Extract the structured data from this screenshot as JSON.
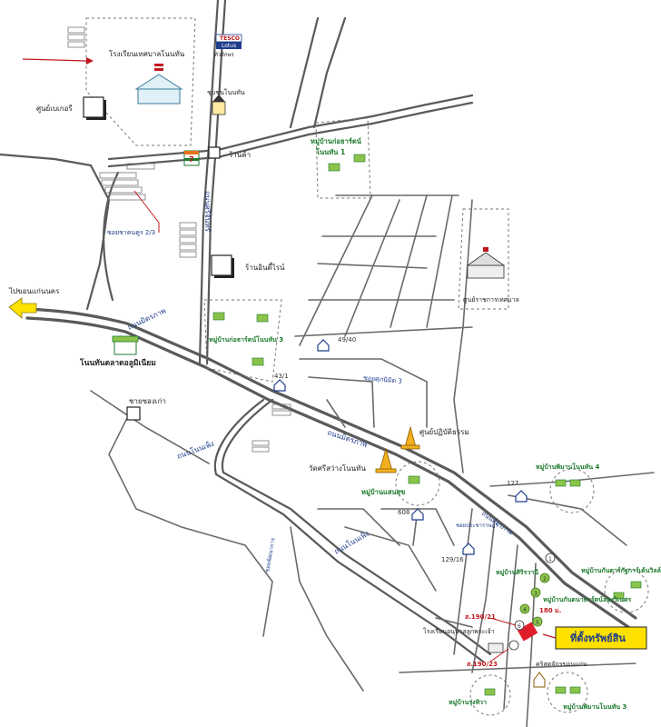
{
  "labels": {
    "school_top": "โรงเรียนเทศบาลโนนทัน",
    "tesco_line1": "TESCO",
    "tesco_line2": "Lotus",
    "tesco_line3": "ตัวอักษร",
    "community": "ชุมชนโนนทัน",
    "sweet_shop": "ศูนย์เบเกอรี",
    "seven_eleven": "7",
    "tasty": "ร้านค้า",
    "village_kotsen_1a": "หมู่บ้านก่อธาร์ตน์",
    "village_kotsen_1b": "โนนทัน 1",
    "soi_road": "ซอยชาคนคูร 2/3",
    "road_vertical": "ถนนศรีจันทร์",
    "shop_house": "ร้านอินดี้ไรน์",
    "municipal": "ศูนย์ราชการเทศบาล",
    "to_khonkaen": "ไปขอนแก่นนคร",
    "road_mittraphap": "ถนนมิตรภาพ",
    "village_kotsen_3": "หมู่บ้านก่อธาร์ตน์โนนทัน 3",
    "market": "โนนทันตลาดอลูมิเนียม",
    "num_4940": "49/40",
    "num_431": "43/1",
    "soi_right": "ซอยศุภนิมิต 3",
    "old_village": "ชายซองเก่า",
    "road_mittraphap_2": "ถนนมิตรภาพ",
    "dhamma": "ศูนย์ปฏิบัติธรรม",
    "temple_name": "วัดศรีสว่างโนนทัน",
    "road_nonpheng": "ถนนโนนเพ็ง",
    "village_saensuk": "หมู่บ้านแสนสุข",
    "village_phiman_4": "หมู่บ้านพิมานโนนทัน 4",
    "num_127": "127",
    "num_608": "608",
    "road_lower": "ถนนมิตรภาพ",
    "soi_small": "ซอยประชาราษฎร์",
    "num_12916": "129/16",
    "soi_side": "ซอยพัฒนาการ",
    "road_nonpheng_2": "ถนนโนนเพ็ง",
    "village_siri": "หมู่บ้านศิริรวานี",
    "village_charoen": "หมู่บ้านกันตาร์กัฐการ์เด้นวิลล์",
    "village_kantana": "หมู่บ้านกันตนาธาร์ตน์ลองวิเนศร",
    "num_19021": "ส.190/21",
    "dist_180": "180 ม.",
    "school_bottom": "โรงเรียนอนุบาลลูกพระเจ้า",
    "num_19023": "ส.190/23",
    "church": "คริสตจักรขอนแก่น",
    "village_rungthip": "หมู่บ้านรุ่งทิวา",
    "village_phiman_3": "หมู่บ้านพิมานโนนทัน 3",
    "property_tag": "ที่ตั้งทรัพย์สิน",
    "marker_1": "1",
    "marker_2": "2",
    "marker_3": "3",
    "marker_4": "4",
    "marker_5": "5",
    "marker_6": "6"
  },
  "colors": {
    "road": "#5a5a5a",
    "highlight_box": "#ffe100",
    "property": "#e01e2b",
    "arrow": "#c0181e",
    "park_green": "#8bc34a",
    "temple_gold": "#f2b01e"
  }
}
